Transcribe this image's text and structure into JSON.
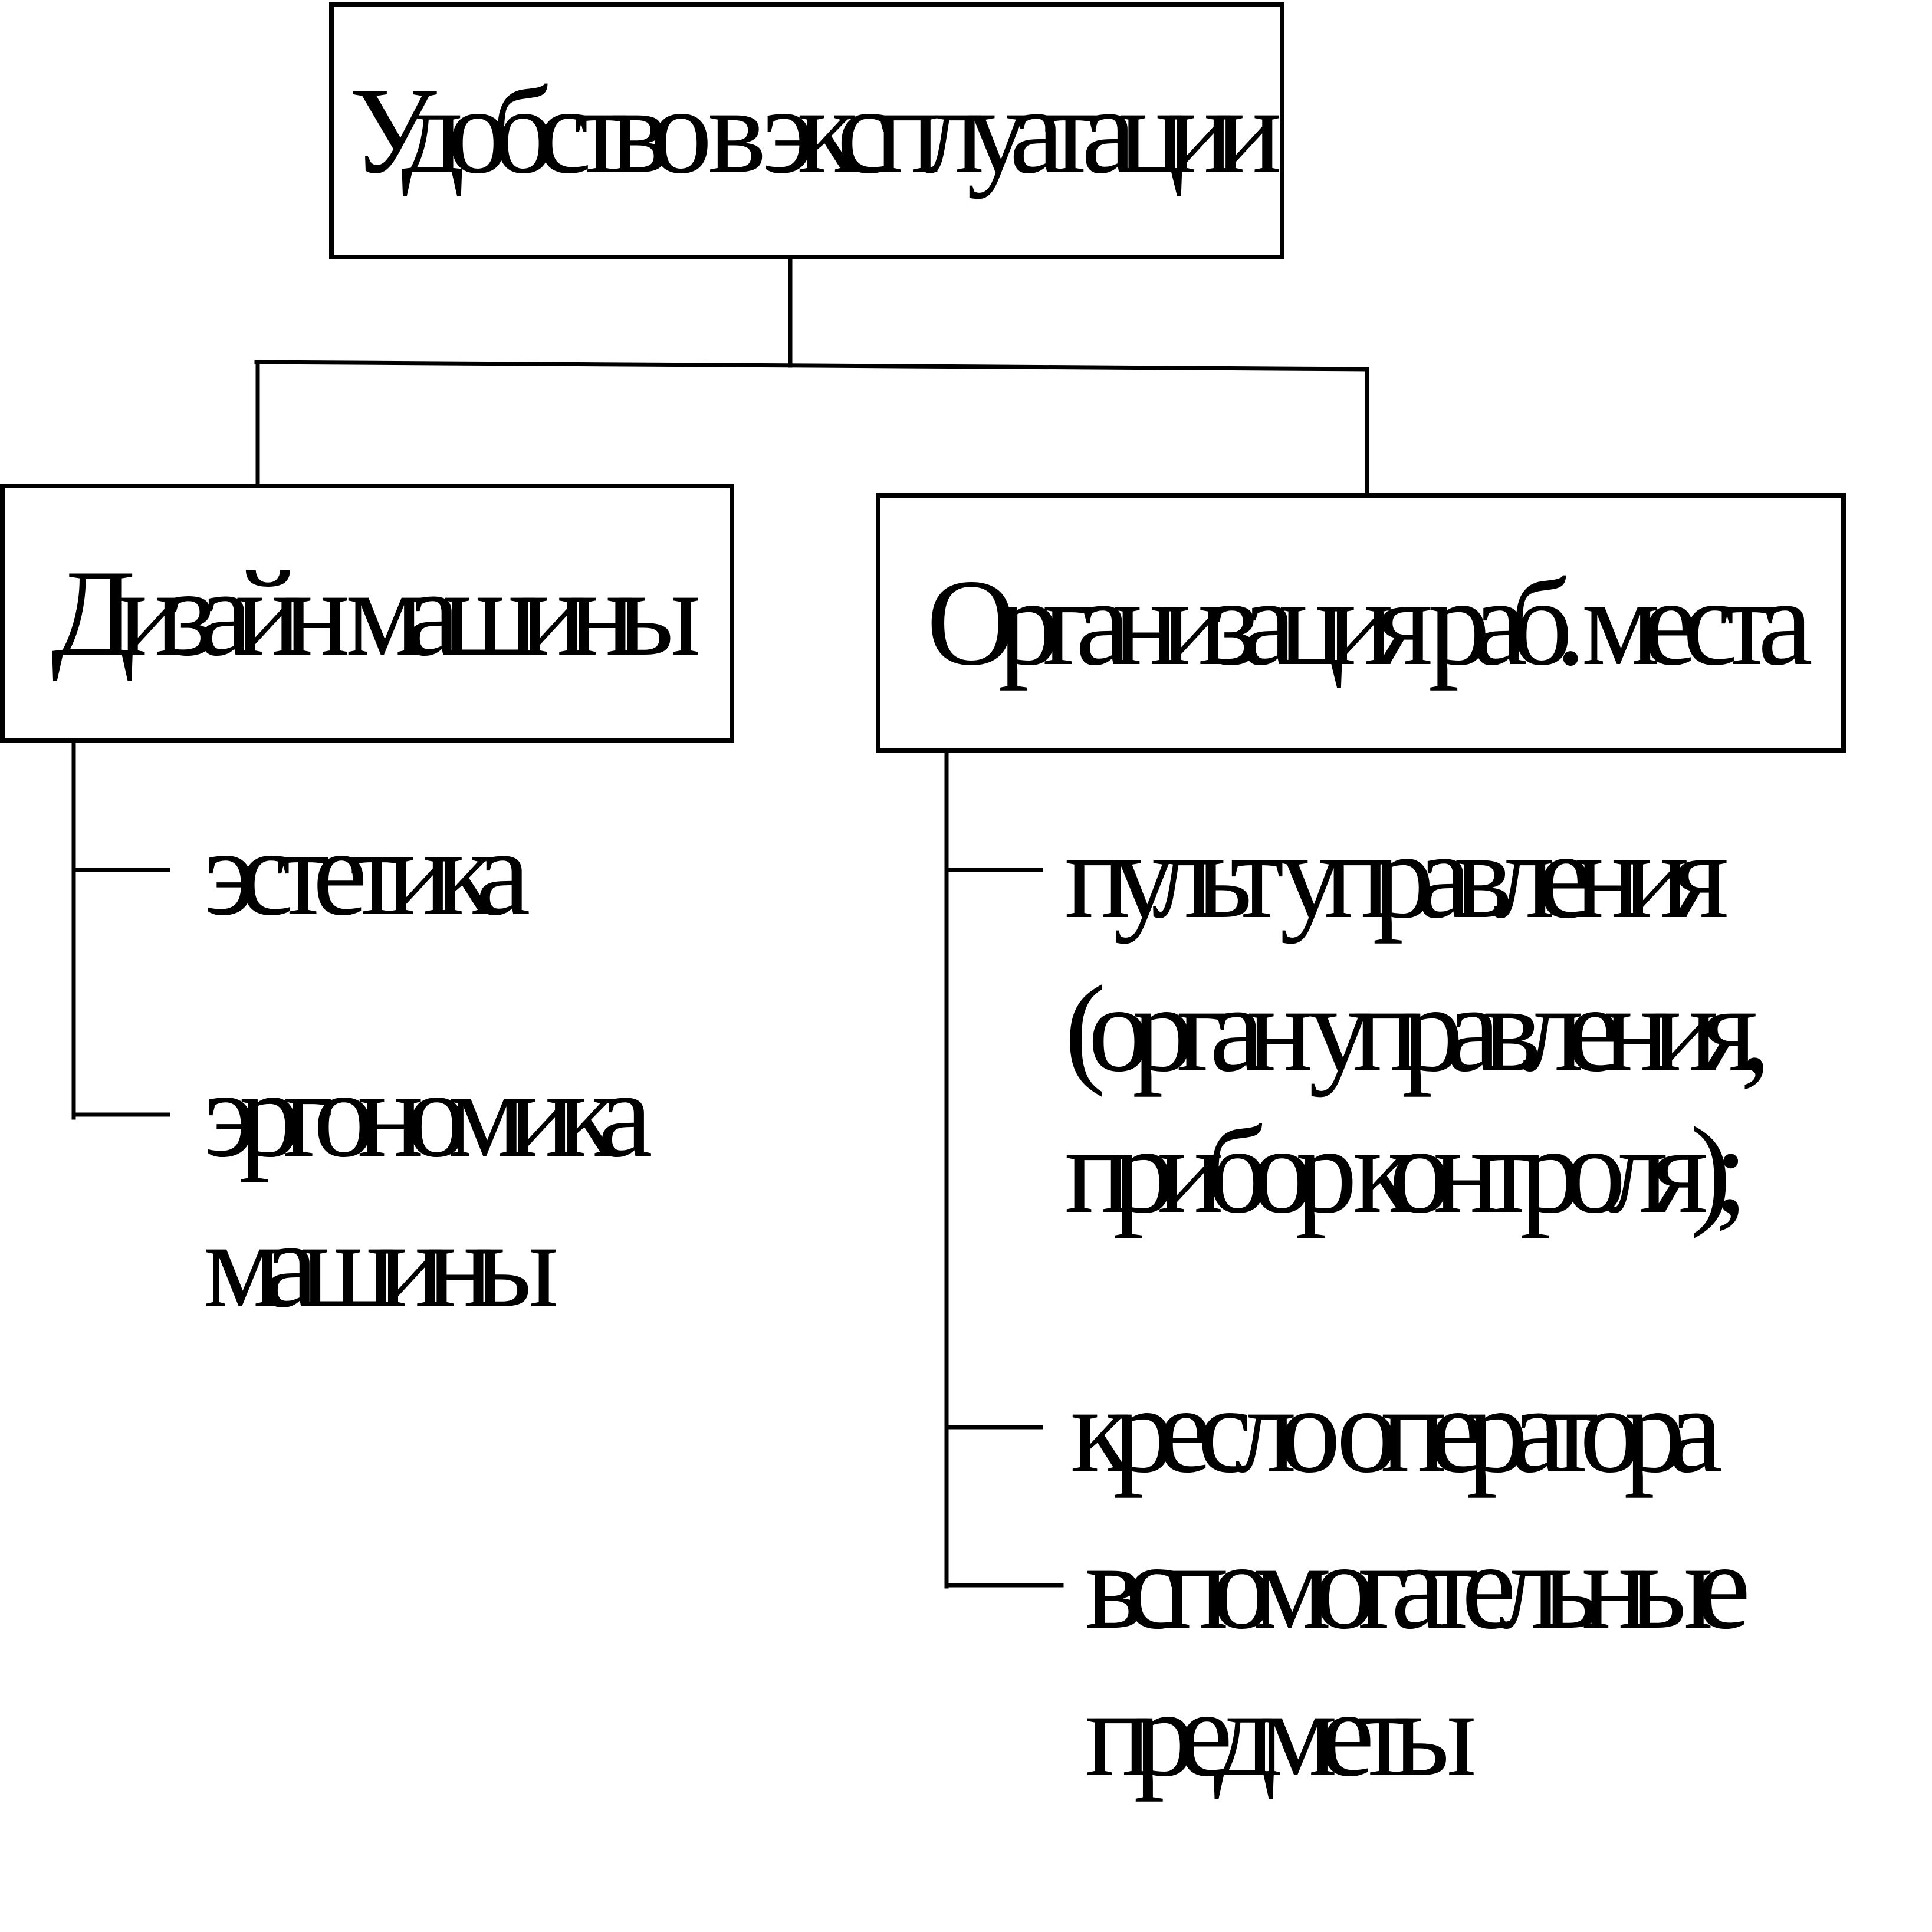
{
  "root": {
    "label": "Удобство в эксплуатации"
  },
  "branches": [
    {
      "label": "Дизайн машины",
      "items": [
        [
          "эстетика"
        ],
        [
          "эргономика",
          "машины"
        ]
      ]
    },
    {
      "label": "Организация раб. места",
      "items": [
        [
          "пульт управления",
          "(орган управления,",
          "прибор контроля);"
        ],
        [
          "кресло оператора"
        ],
        [
          "вспомогательные",
          "предметы"
        ]
      ]
    }
  ]
}
